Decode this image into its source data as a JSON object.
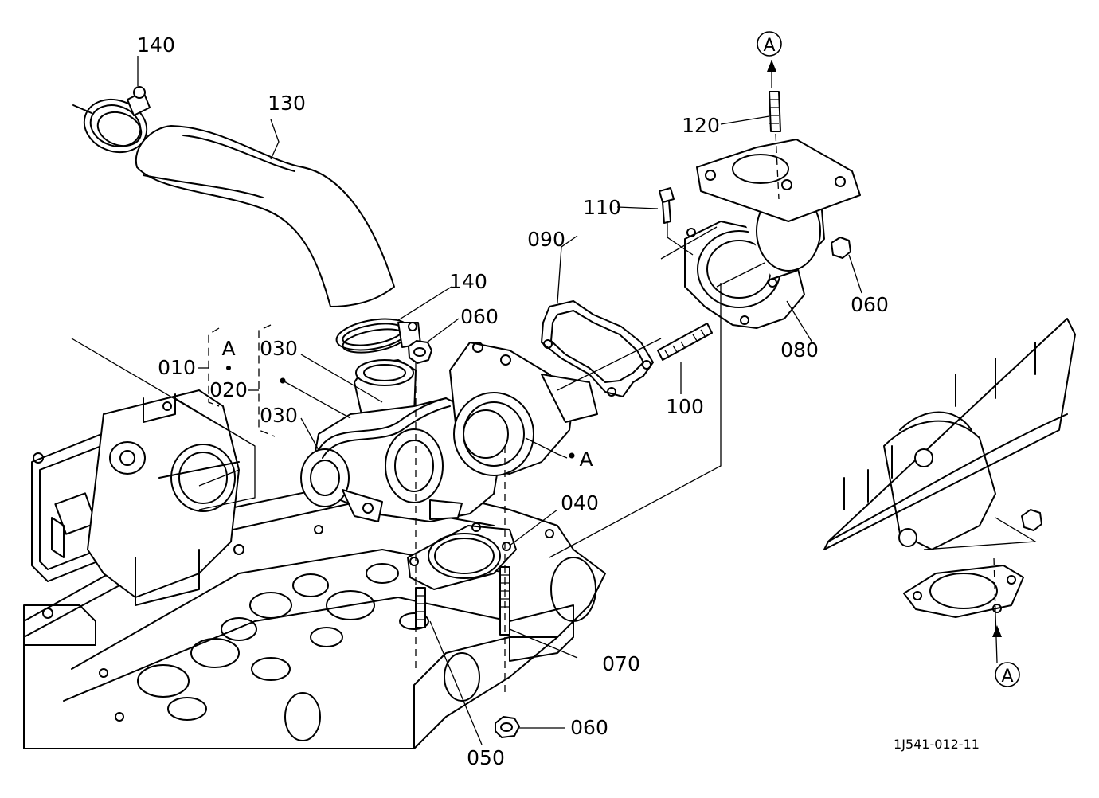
{
  "callouts": {
    "c010": "010",
    "c020": "020",
    "c030a": "030",
    "c030b": "030",
    "c040": "040",
    "c050": "050",
    "c060a": "060",
    "c060b": "060",
    "c060c": "060",
    "c070": "070",
    "c080": "080",
    "c090": "090",
    "c100": "100",
    "c110": "110",
    "c120": "120",
    "c130": "130",
    "c140a": "140",
    "c140b": "140"
  },
  "markers": {
    "a_top": "A",
    "a_bottom": "A",
    "a_turbo": "A",
    "a_bracket": "A"
  },
  "diagram_ref": "1J541-012-11"
}
